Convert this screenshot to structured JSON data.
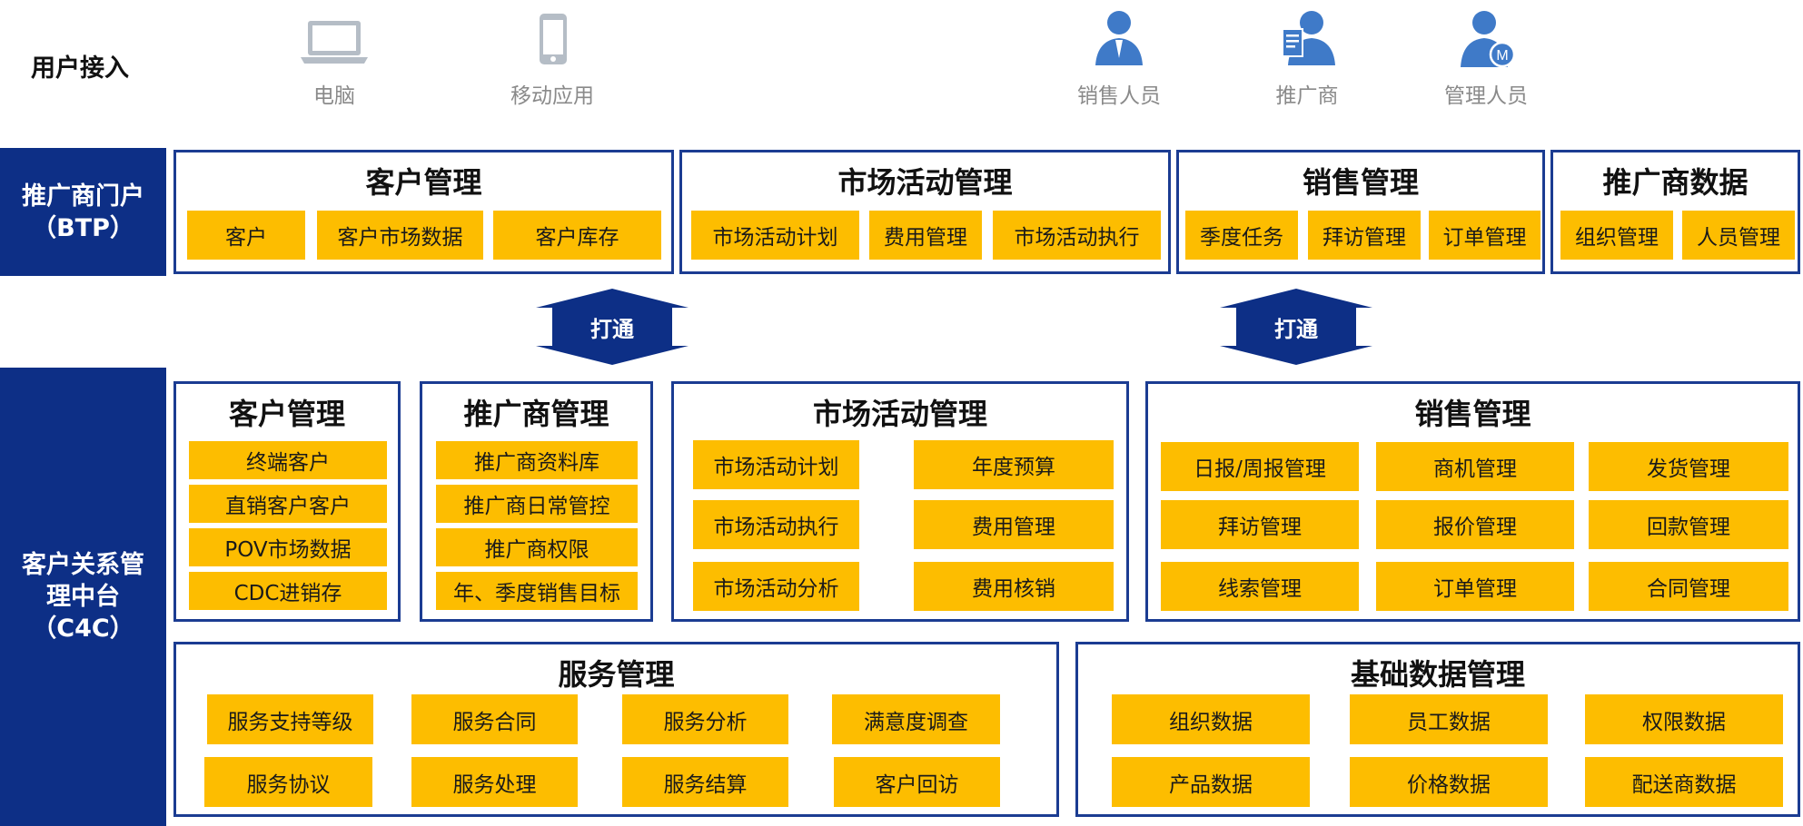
{
  "access": {
    "title": "用户接入",
    "items": [
      {
        "icon": "laptop-icon",
        "label": "电脑"
      },
      {
        "icon": "mobile-phone-icon",
        "label": "移动应用"
      },
      {
        "icon": "sales-person-icon",
        "label": "销售人员"
      },
      {
        "icon": "promoter-icon",
        "label": "推广商"
      },
      {
        "icon": "manager-icon",
        "label": "管理人员"
      }
    ]
  },
  "btp": {
    "side_line1": "推广商门户",
    "side_line2": "（BTP）",
    "panels": [
      {
        "title": "客户管理",
        "items": [
          "客户",
          "客户市场数据",
          "客户库存"
        ]
      },
      {
        "title": "市场活动管理",
        "items": [
          "市场活动计划",
          "费用管理",
          "市场活动执行"
        ]
      },
      {
        "title": "销售管理",
        "items": [
          "季度任务",
          "拜访管理",
          "订单管理"
        ]
      },
      {
        "title": "推广商数据",
        "items": [
          "组织管理",
          "人员管理"
        ]
      }
    ]
  },
  "arrows": [
    "打通",
    "打通"
  ],
  "c4c": {
    "side_line1": "客户关系管",
    "side_line2": "理中台",
    "side_line3": "（C4C）",
    "panels": [
      {
        "title": "客户管理",
        "items": [
          "终端客户",
          "直销客户客户",
          "POV市场数据",
          "CDC进销存"
        ]
      },
      {
        "title": "推广商管理",
        "items": [
          "推广商资料库",
          "推广商日常管控",
          "推广商权限",
          "年、季度销售目标"
        ]
      },
      {
        "title": "市场活动管理",
        "items": [
          "市场活动计划",
          "年度预算",
          "市场活动执行",
          "费用管理",
          "市场活动分析",
          "费用核销"
        ]
      },
      {
        "title": "销售管理",
        "items": [
          "日报/周报管理",
          "商机管理",
          "发货管理",
          "拜访管理",
          "报价管理",
          "回款管理",
          "线索管理",
          "订单管理",
          "合同管理"
        ]
      },
      {
        "title": "服务管理",
        "items": [
          "服务支持等级",
          "服务合同",
          "服务分析",
          "满意度调查",
          "服务协议",
          "服务处理",
          "服务结算",
          "客户回访"
        ]
      },
      {
        "title": "基础数据管理",
        "items": [
          "组织数据",
          "员工数据",
          "权限数据",
          "产品数据",
          "价格数据",
          "配送商数据"
        ]
      }
    ]
  },
  "colors": {
    "navy": "#0d2f86",
    "box": "#fdbd00",
    "icon_gray": "#b5bdc6",
    "icon_blue": "#3f7ac8"
  }
}
